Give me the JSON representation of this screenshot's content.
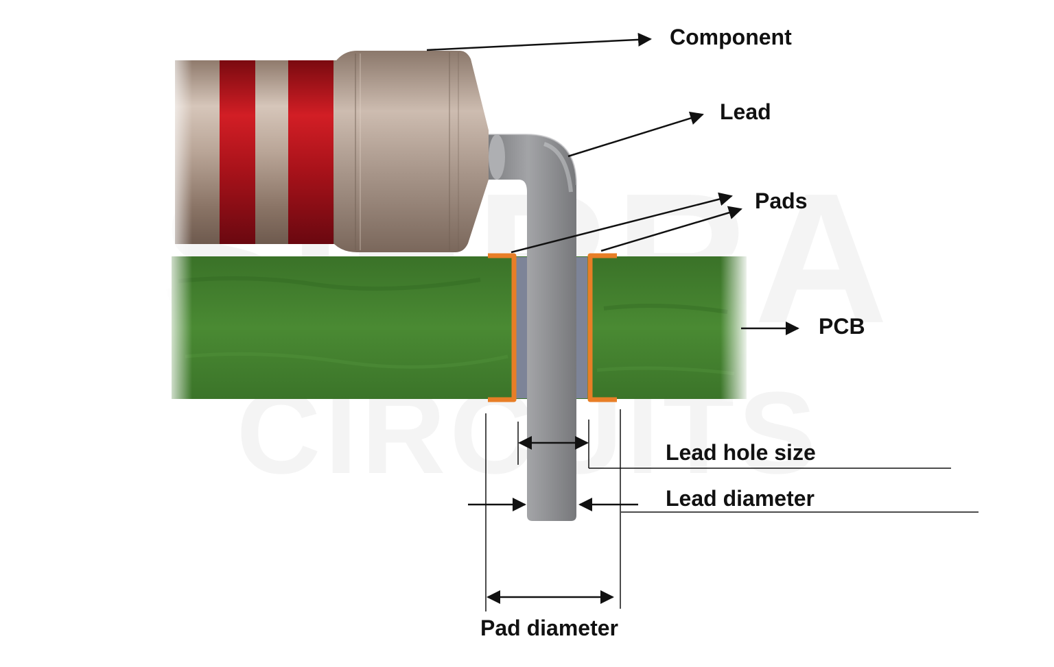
{
  "watermark": {
    "line1": "SIERRA",
    "line2": "CIRCUITS"
  },
  "labels": {
    "component": "Component",
    "lead": "Lead",
    "pads": "Pads",
    "pcb": "PCB",
    "lead_hole_size": "Lead hole size",
    "lead_diameter": "Lead diameter",
    "pad_diameter": "Pad diameter"
  },
  "colors": {
    "component_body": "#b5a396",
    "color_band": "#b0141c",
    "lead_metal": "#8e8f92",
    "pcb_green": "#3f7a2b",
    "pad_copper": "#e87e26",
    "annotation": "#111111"
  }
}
